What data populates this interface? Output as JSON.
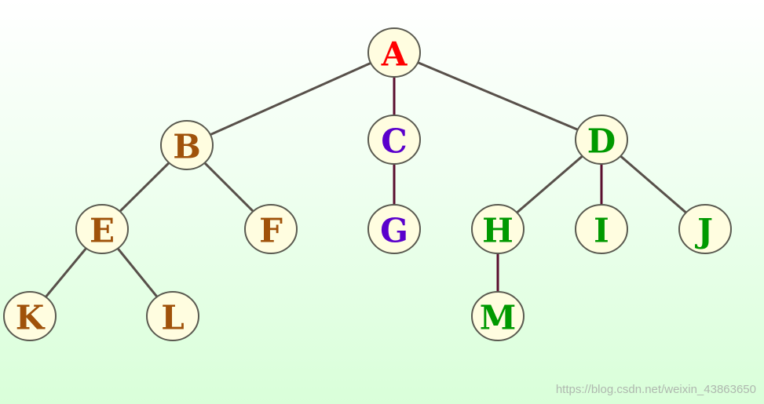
{
  "nodes": [
    {
      "id": "A",
      "label": "A",
      "color": "#ff0000"
    },
    {
      "id": "B",
      "label": "B",
      "color": "#a0520a"
    },
    {
      "id": "C",
      "label": "C",
      "color": "#5a00cc"
    },
    {
      "id": "D",
      "label": "D",
      "color": "#009900"
    },
    {
      "id": "E",
      "label": "E",
      "color": "#a0520a"
    },
    {
      "id": "F",
      "label": "F",
      "color": "#a0520a"
    },
    {
      "id": "G",
      "label": "G",
      "color": "#5a00cc"
    },
    {
      "id": "H",
      "label": "H",
      "color": "#009900"
    },
    {
      "id": "I",
      "label": "I",
      "color": "#009900"
    },
    {
      "id": "J",
      "label": "J",
      "color": "#009900"
    },
    {
      "id": "K",
      "label": "K",
      "color": "#a0520a"
    },
    {
      "id": "L",
      "label": "L",
      "color": "#a0520a"
    },
    {
      "id": "M",
      "label": "M",
      "color": "#009900"
    }
  ],
  "edges": [
    {
      "from": "A",
      "to": "B"
    },
    {
      "from": "A",
      "to": "C"
    },
    {
      "from": "A",
      "to": "D"
    },
    {
      "from": "B",
      "to": "E"
    },
    {
      "from": "B",
      "to": "F"
    },
    {
      "from": "C",
      "to": "G"
    },
    {
      "from": "D",
      "to": "H"
    },
    {
      "from": "D",
      "to": "I"
    },
    {
      "from": "D",
      "to": "J"
    },
    {
      "from": "E",
      "to": "K"
    },
    {
      "from": "E",
      "to": "L"
    },
    {
      "from": "H",
      "to": "M"
    }
  ],
  "watermark": "https://blog.csdn.net/weixin_43863650"
}
